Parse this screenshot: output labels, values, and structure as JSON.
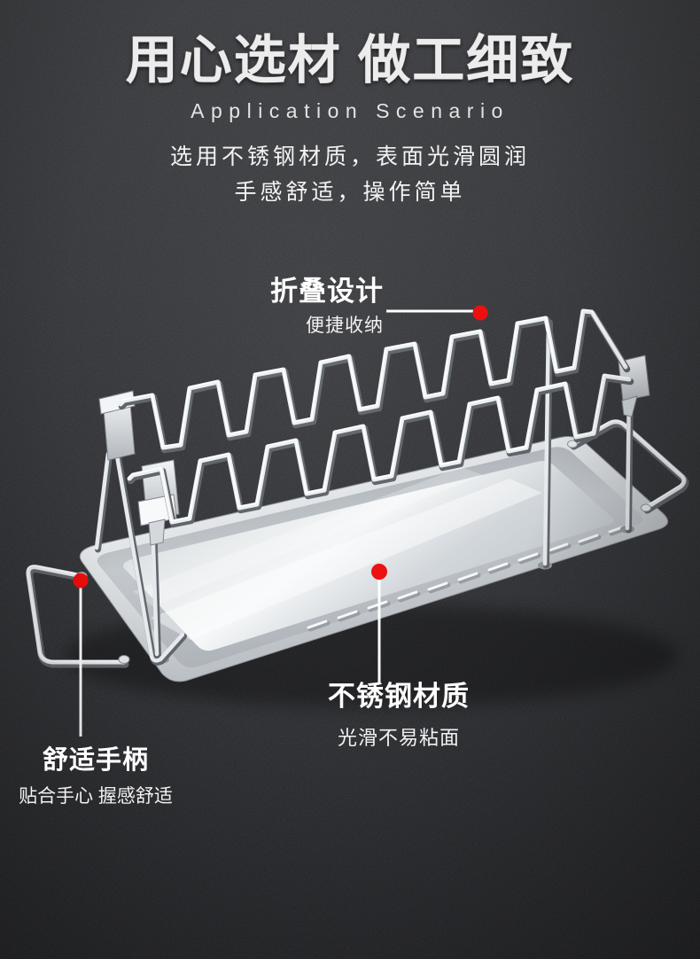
{
  "colors": {
    "accent": "#ee0d0d",
    "background": "#1c1d21",
    "text_primary": "#ffffff",
    "steel_light": "#f2f4f6",
    "steel_shadow": "#6f747a"
  },
  "header": {
    "title": "用心选材 做工细致",
    "subtitle": "Application Scenario",
    "desc_line1": "选用不锈钢材质，表面光滑圆润",
    "desc_line2": "手感舒适，操作简单"
  },
  "callouts": {
    "fold": {
      "title": "折叠设计",
      "subtitle": "便捷收纳"
    },
    "material": {
      "title": "不锈钢材质",
      "subtitle": "光滑不易粘面"
    },
    "handle": {
      "title": "舒适手柄",
      "subtitle": "贴合手心 握感舒适"
    }
  }
}
